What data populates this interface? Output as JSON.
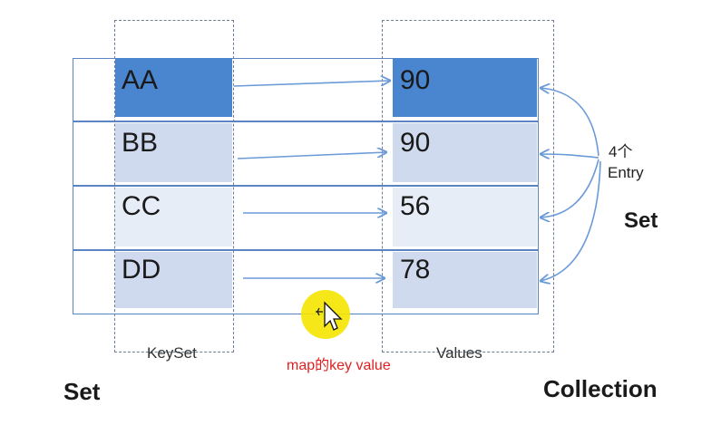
{
  "rows": [
    {
      "key": "AA",
      "value": "90",
      "key_color": "#4a86d0",
      "value_color": "#4a86d0"
    },
    {
      "key": "BB",
      "value": "90",
      "key_color": "#cfdaee",
      "value_color": "#cfdaee"
    },
    {
      "key": "CC",
      "value": "56",
      "key_color": "#e7edf7",
      "value_color": "#e7edf7"
    },
    {
      "key": "DD",
      "value": "78",
      "key_color": "#cfdaee",
      "value_color": "#cfdaee"
    }
  ],
  "labels": {
    "keyset": "KeySet",
    "values": "Values",
    "set_left": "Set",
    "set_right": "Set",
    "collection": "Collection",
    "entry_count": "4个",
    "entry": "Entry",
    "caption": "map的key value"
  },
  "colors": {
    "frame": "#5a84c2",
    "arrow": "#6a9ad8",
    "caption": "#e02020",
    "highlight": "#f5e400"
  }
}
